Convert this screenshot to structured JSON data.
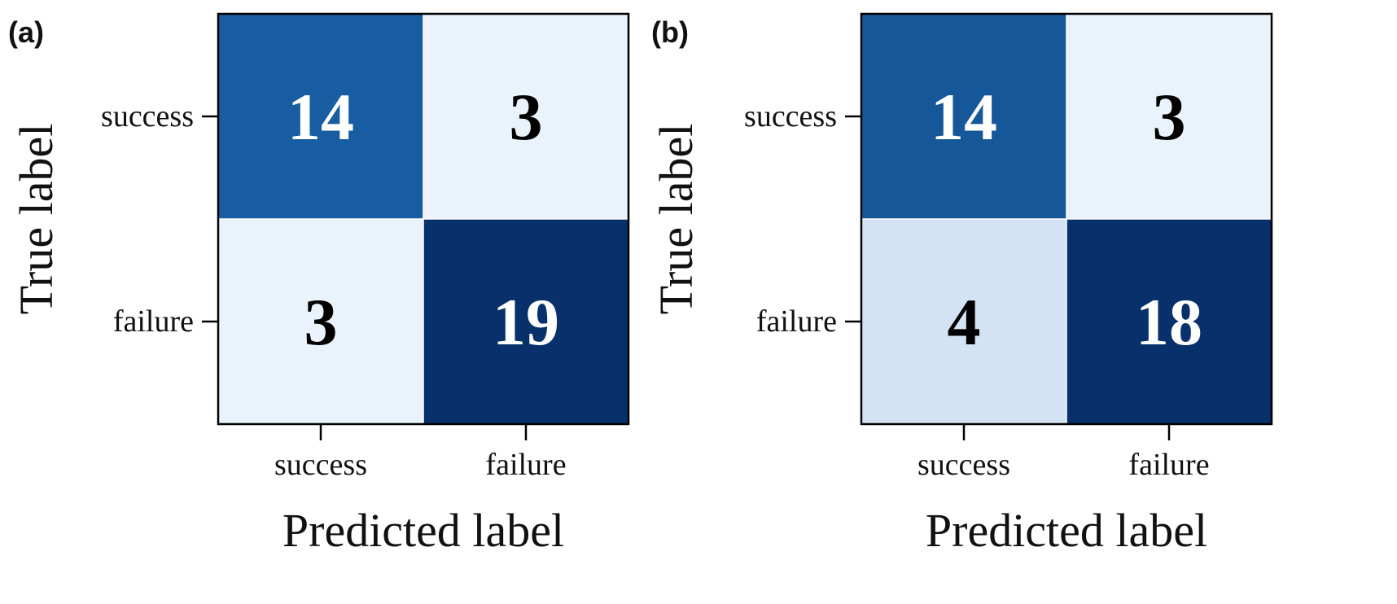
{
  "chart_data": [
    {
      "type": "heatmap",
      "panel_label": "(a)",
      "xlabel": "Predicted label",
      "ylabel": "True label",
      "x_categories": [
        "success",
        "failure"
      ],
      "y_categories": [
        "success",
        "failure"
      ],
      "values": [
        [
          14,
          3
        ],
        [
          3,
          19
        ]
      ],
      "colormap": {
        "low": "#eaf2fb",
        "mid": "#1c6ab0",
        "high": "#08306b"
      }
    },
    {
      "type": "heatmap",
      "panel_label": "(b)",
      "xlabel": "Predicted label",
      "ylabel": "True label",
      "x_categories": [
        "success",
        "failure"
      ],
      "y_categories": [
        "success",
        "failure"
      ],
      "values": [
        [
          14,
          3
        ],
        [
          4,
          18
        ]
      ],
      "colormap": {
        "low": "#eaf2fb",
        "mid": "#1c6ab0",
        "high": "#08306b"
      }
    }
  ]
}
